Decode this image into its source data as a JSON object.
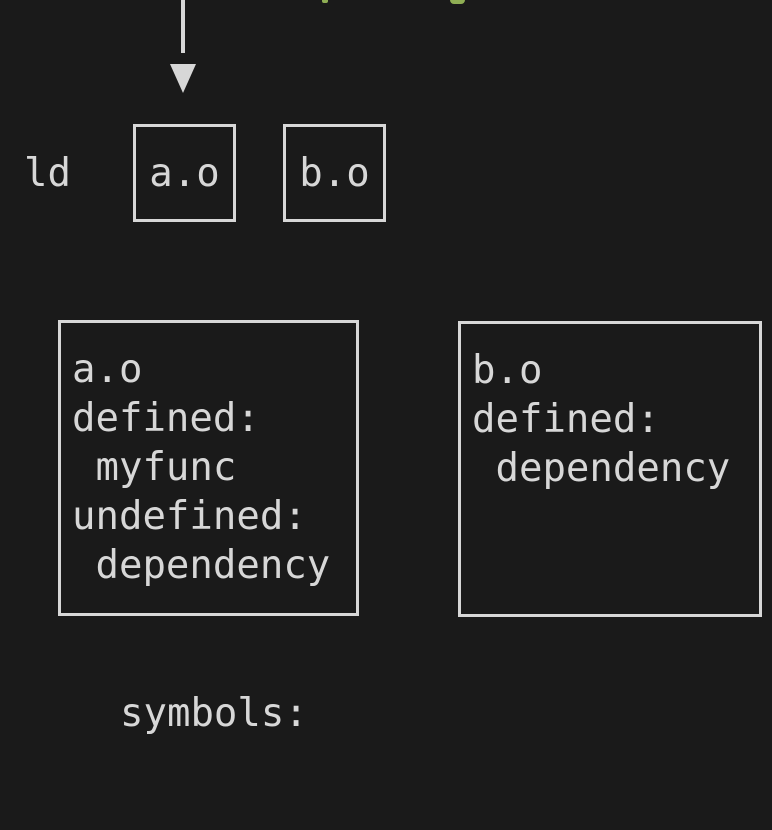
{
  "colors": {
    "background": "#1a1a1a",
    "foreground": "#d7d7d7",
    "accent_green": "#8fae54"
  },
  "diagram": {
    "linker_label": "ld",
    "object_files": [
      {
        "label": "a.o"
      },
      {
        "label": "b.o"
      }
    ],
    "symbol_tables": [
      {
        "lines": [
          "a.o",
          "defined:",
          " myfunc",
          "undefined:",
          " dependency"
        ]
      },
      {
        "lines": [
          "b.o",
          "defined:",
          " dependency"
        ]
      }
    ],
    "symbols_label": "symbols:"
  }
}
